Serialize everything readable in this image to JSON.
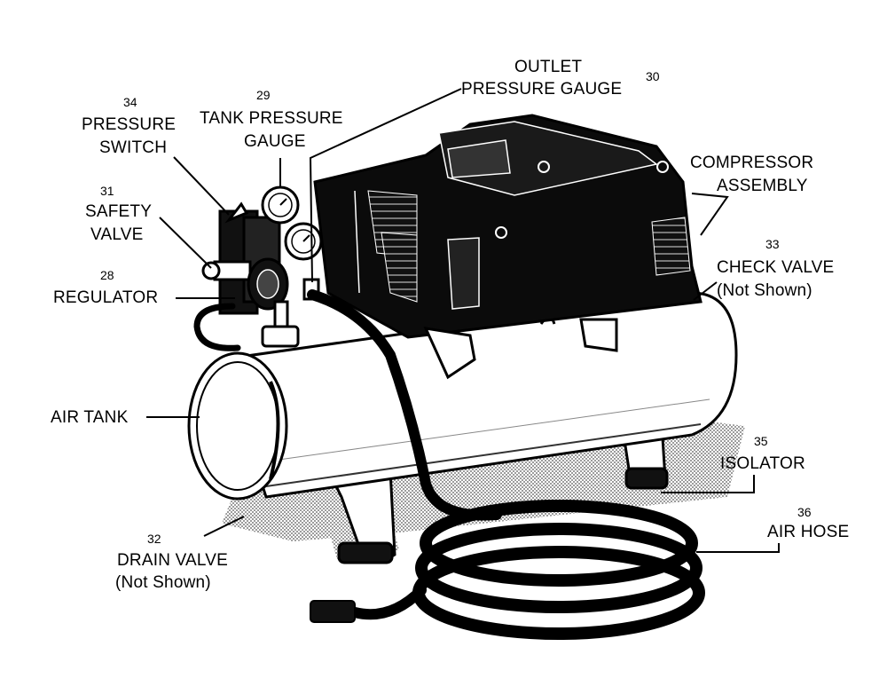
{
  "diagram": {
    "labels": {
      "outlet_pressure_gauge": {
        "number": "30",
        "lines": [
          "OUTLET",
          "PRESSURE GAUGE"
        ]
      },
      "pressure_switch": {
        "number": "34",
        "lines": [
          "PRESSURE",
          "SWITCH"
        ]
      },
      "tank_pressure_gauge": {
        "number": "29",
        "lines": [
          "TANK PRESSURE",
          "GAUGE"
        ]
      },
      "compressor_assembly": {
        "lines": [
          "COMPRESSOR",
          "ASSEMBLY"
        ]
      },
      "safety_valve": {
        "number": "31",
        "lines": [
          "SAFETY",
          "VALVE"
        ]
      },
      "check_valve": {
        "number": "33",
        "lines": [
          "CHECK VALVE",
          "(Not Shown)"
        ]
      },
      "regulator": {
        "number": "28",
        "lines": [
          "REGULATOR"
        ]
      },
      "air_tank": {
        "lines": [
          "AIR TANK"
        ]
      },
      "isolator": {
        "number": "35",
        "lines": [
          "ISOLATOR"
        ]
      },
      "air_hose": {
        "number": "36",
        "lines": [
          "AIR HOSE"
        ]
      },
      "drain_valve": {
        "number": "32",
        "lines": [
          "DRAIN VALVE",
          "(Not Shown)"
        ]
      }
    }
  }
}
